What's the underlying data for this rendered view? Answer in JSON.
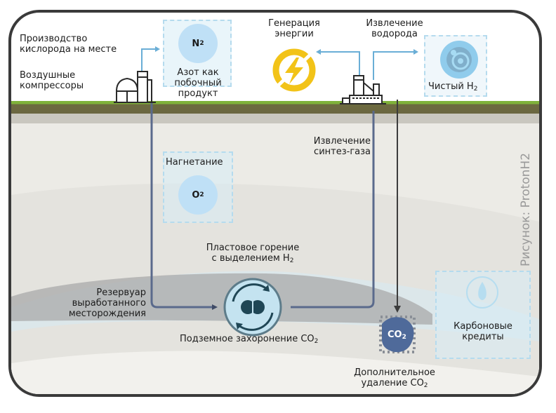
{
  "diagram": {
    "title_credit": "Рисунок: ProtonH2",
    "surface": {
      "oxygen_production": [
        "Производство",
        "кислорода на месте"
      ],
      "air_compressors": [
        "Воздушные",
        "компрессоры"
      ],
      "nitrogen_bubble": {
        "formula": "N",
        "subscript": "2"
      },
      "nitrogen_label": [
        "Азот как",
        "побочный",
        "продукт"
      ],
      "power_generation": [
        "Генерация",
        "энергии"
      ],
      "hydrogen_extraction": [
        "Извлечение",
        "водорода"
      ],
      "pure_hydrogen": {
        "label": "Чистый H",
        "subscript": "2"
      }
    },
    "underground": {
      "syngas_extraction": [
        "Извлечение",
        "синтез-газа"
      ],
      "injection_label": "Нагнетание",
      "oxygen_bubble": {
        "formula": "O",
        "subscript": "2"
      },
      "combustion_label": [
        "Пластовое горение",
        "с выделением H"
      ],
      "combustion_subscript": "2",
      "reservoir_label": [
        "Резервуар",
        "выработанного",
        "месторождения"
      ],
      "storage_label": "Подземное захоронение CO",
      "storage_subscript": "2",
      "co2_cloud": {
        "formula": "CO",
        "subscript": "2"
      },
      "extra_removal": [
        "Дополнительное",
        "удаление CO"
      ],
      "extra_removal_subscript": "2",
      "carbon_credits": [
        "Карбоновые",
        "кредиты"
      ]
    },
    "colors": {
      "grass": "#7fb23a",
      "soil": "#6b6741",
      "pipe": "#5a6a8c",
      "flow_arrow": "#6aaed6",
      "bubble": "#bfe0f6",
      "energy": "#f2c318",
      "h2_icon": "#3fa9e0",
      "co2": "#4f6a9a"
    }
  }
}
